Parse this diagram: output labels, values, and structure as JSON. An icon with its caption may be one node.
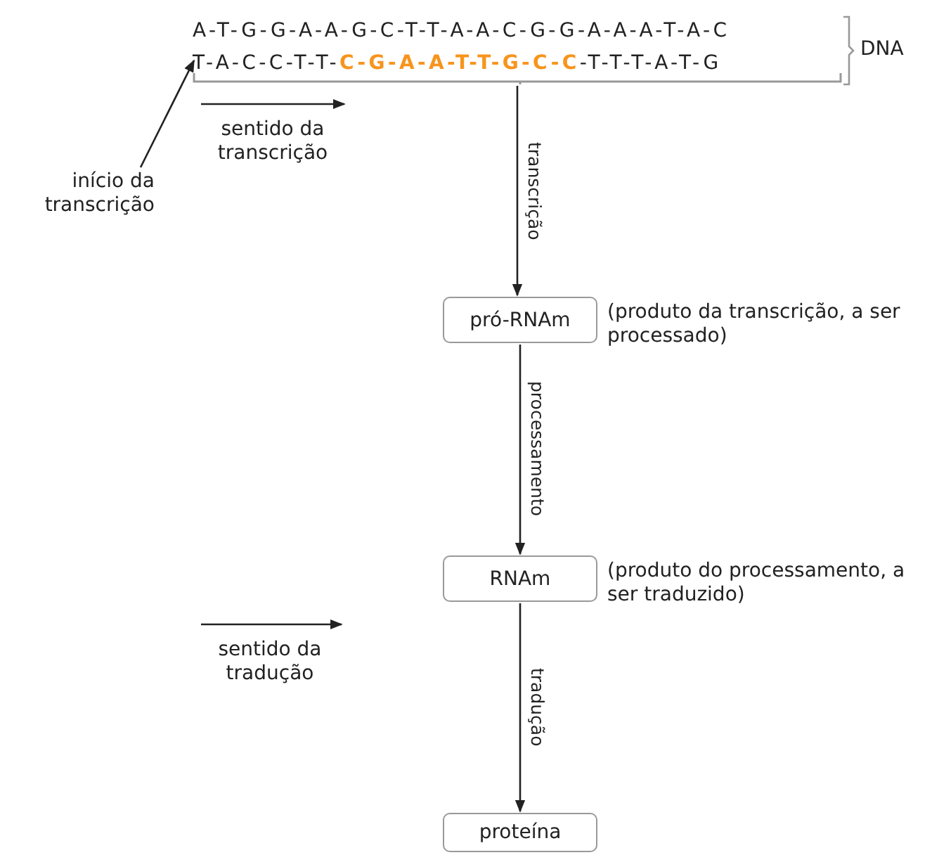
{
  "diagram": {
    "nodes": [
      {
        "text": [
          "A-T-G-G-A-A-G-C-T-T-A-A-C-G-G-A-A-A-T-A-C",
          "T-A-C-C-T-T-**C-G-A-A-T-T-G-C-C**-T-T-T-A-T-G"
        ],
        "beside": [
          "DNA"
        ]
      },
      {
        "text": [
          "início da transcrição"
        ]
      },
      {
        "text": [
          "pró-RNAm"
        ],
        "beside": [
          "(produto da transcrição, a ser processado)"
        ]
      },
      {
        "text": [
          "RNAm"
        ],
        "beside": [
          "(produto do processamento, a ser traduzido)"
        ]
      },
      {
        "text": [
          "proteína"
        ]
      }
    ],
    "edges": [
      {
        "from": 1,
        "to": 0,
        "arrow": "to"
      },
      {
        "from": 0,
        "to": 2,
        "arrow": "to",
        "label": "transcrição"
      },
      {
        "from": 2,
        "to": 3,
        "arrow": "to",
        "label": "processamento"
      },
      {
        "from": 3,
        "to": 4,
        "arrow": "to",
        "label": "tradução"
      }
    ],
    "labels": [
      "sentido da transcrição",
      "sentido da tradução"
    ]
  }
}
